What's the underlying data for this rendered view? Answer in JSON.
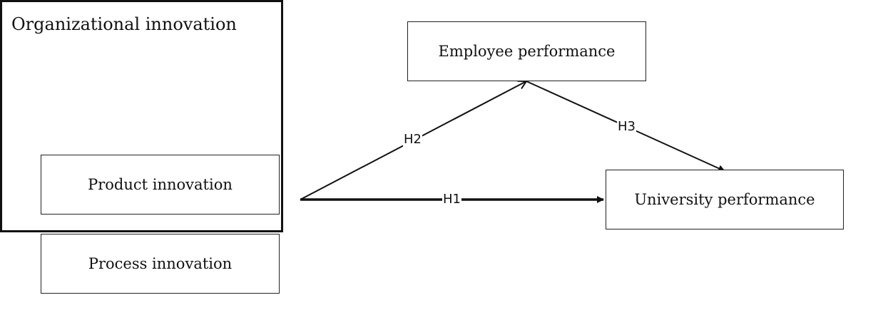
{
  "nodes": {
    "org": {
      "title": "Organizational innovation"
    },
    "product": {
      "label": "Product innovation"
    },
    "process": {
      "label": "Process innovation"
    },
    "employee": {
      "label": "Employee performance"
    },
    "university": {
      "label": "University performance"
    }
  },
  "edges": [
    {
      "id": "H1",
      "label": "H1",
      "from": "Organizational innovation",
      "to": "University performance"
    },
    {
      "id": "H2",
      "label": "H2",
      "from": "Organizational innovation",
      "to": "Employee performance"
    },
    {
      "id": "H3",
      "label": "H3",
      "from": "Employee performance",
      "to": "University performance"
    }
  ],
  "colors": {
    "line": "#111111",
    "border": "#222222",
    "background": "#ffffff"
  }
}
